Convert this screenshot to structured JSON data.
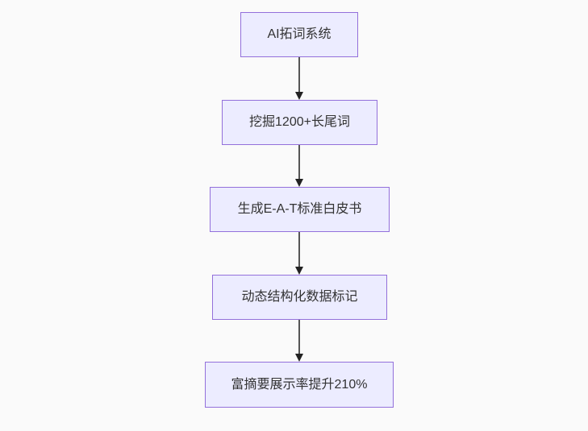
{
  "flowchart": {
    "type": "flowchart",
    "direction": "top-down",
    "nodes": [
      {
        "label": "AI拓词系统"
      },
      {
        "label": "挖掘1200+长尾词"
      },
      {
        "label": "生成E-A-T标准白皮书"
      },
      {
        "label": "动态结构化数据标记"
      },
      {
        "label": "富摘要展示率提升210%"
      }
    ],
    "edges": [
      {
        "from": 0,
        "to": 1,
        "style": "arrow-down"
      },
      {
        "from": 1,
        "to": 2,
        "style": "arrow-down"
      },
      {
        "from": 2,
        "to": 3,
        "style": "arrow-down"
      },
      {
        "from": 3,
        "to": 4,
        "style": "arrow-down"
      }
    ],
    "colors": {
      "background": "#fafafa",
      "node_fill": "#ececff",
      "node_border": "#9370db",
      "node_text": "#333333",
      "arrow_line": "#555555",
      "arrow_head": "#222222"
    }
  }
}
